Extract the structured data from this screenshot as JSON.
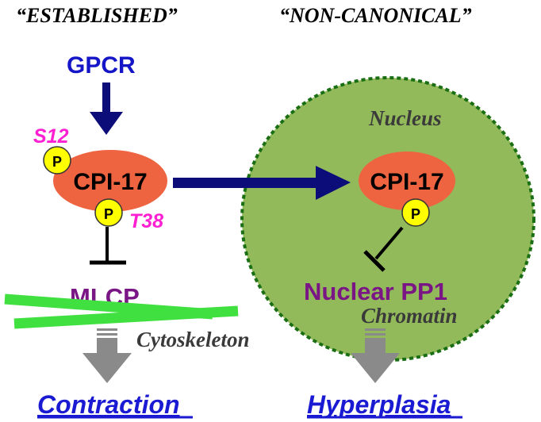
{
  "headers": {
    "left": "“ESTABLISHED”",
    "right": "“NON-CANONICAL”"
  },
  "pathway": {
    "receptor": "GPCR",
    "cytoplasmic_protein": "CPI-17",
    "nuclear_protein": "CPI-17",
    "phospho_marker": "P",
    "site_s12": "S12",
    "site_t38": "T38",
    "cytoplasmic_target": "MLCP",
    "nuclear_target": "Nuclear PP1",
    "compartments": {
      "nucleus": "Nucleus",
      "chromatin": "Chromatin",
      "cytoskeleton": "Cytoskeleton"
    },
    "outcomes": {
      "left": "Contraction",
      "right": "Hyperplasia"
    }
  },
  "colors": {
    "receptor_text": "#1515c8",
    "arrow_navy": "#0d0d7a",
    "protein_fill": "#ee6440",
    "phospho_fill": "#ffff00",
    "site_label": "#ff1fd2",
    "target_text": "#7a1585",
    "nucleus_fill": "#93ba5a",
    "nucleus_border": "#1a6e14",
    "cytoskeleton_bar": "#3fe03f",
    "outcome_text": "#1a1ad2",
    "gray_arrow": "#8a8a8a"
  }
}
